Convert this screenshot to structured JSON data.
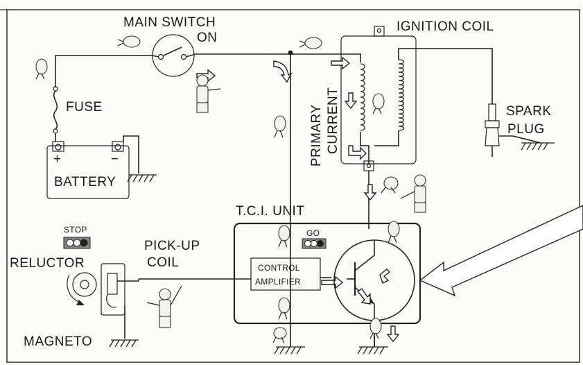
{
  "labels": {
    "main_switch": "MAIN SWITCH",
    "on": "ON",
    "ignition_coil": "IGNITION COIL",
    "fuse": "FUSE",
    "primary": "PRIMARY",
    "current": "CURRENT",
    "spark": "SPARK",
    "plug": "PLUG",
    "battery": "BATTERY",
    "battery_plus": "+",
    "battery_minus": "−",
    "tci_unit": "T.C.I. UNIT",
    "stop": "STOP",
    "go": "GO",
    "pick_up": "PICK-UP",
    "coil": "COIL",
    "reluctor": "RELUCTOR",
    "control": "CONTROL",
    "amplifier": "AMPLIFIER",
    "magneto": "MAGNETO"
  },
  "colors": {
    "ink": "#1a1a1a",
    "paper": "#fbfbf7"
  },
  "icons": [
    "switch-symbol",
    "fuse-symbol",
    "battery-symbol",
    "ground-symbol",
    "spark-plug-symbol",
    "transistor-symbol",
    "traffic-light-icon",
    "cartoon-figure",
    "pointer-arrow-icon"
  ]
}
